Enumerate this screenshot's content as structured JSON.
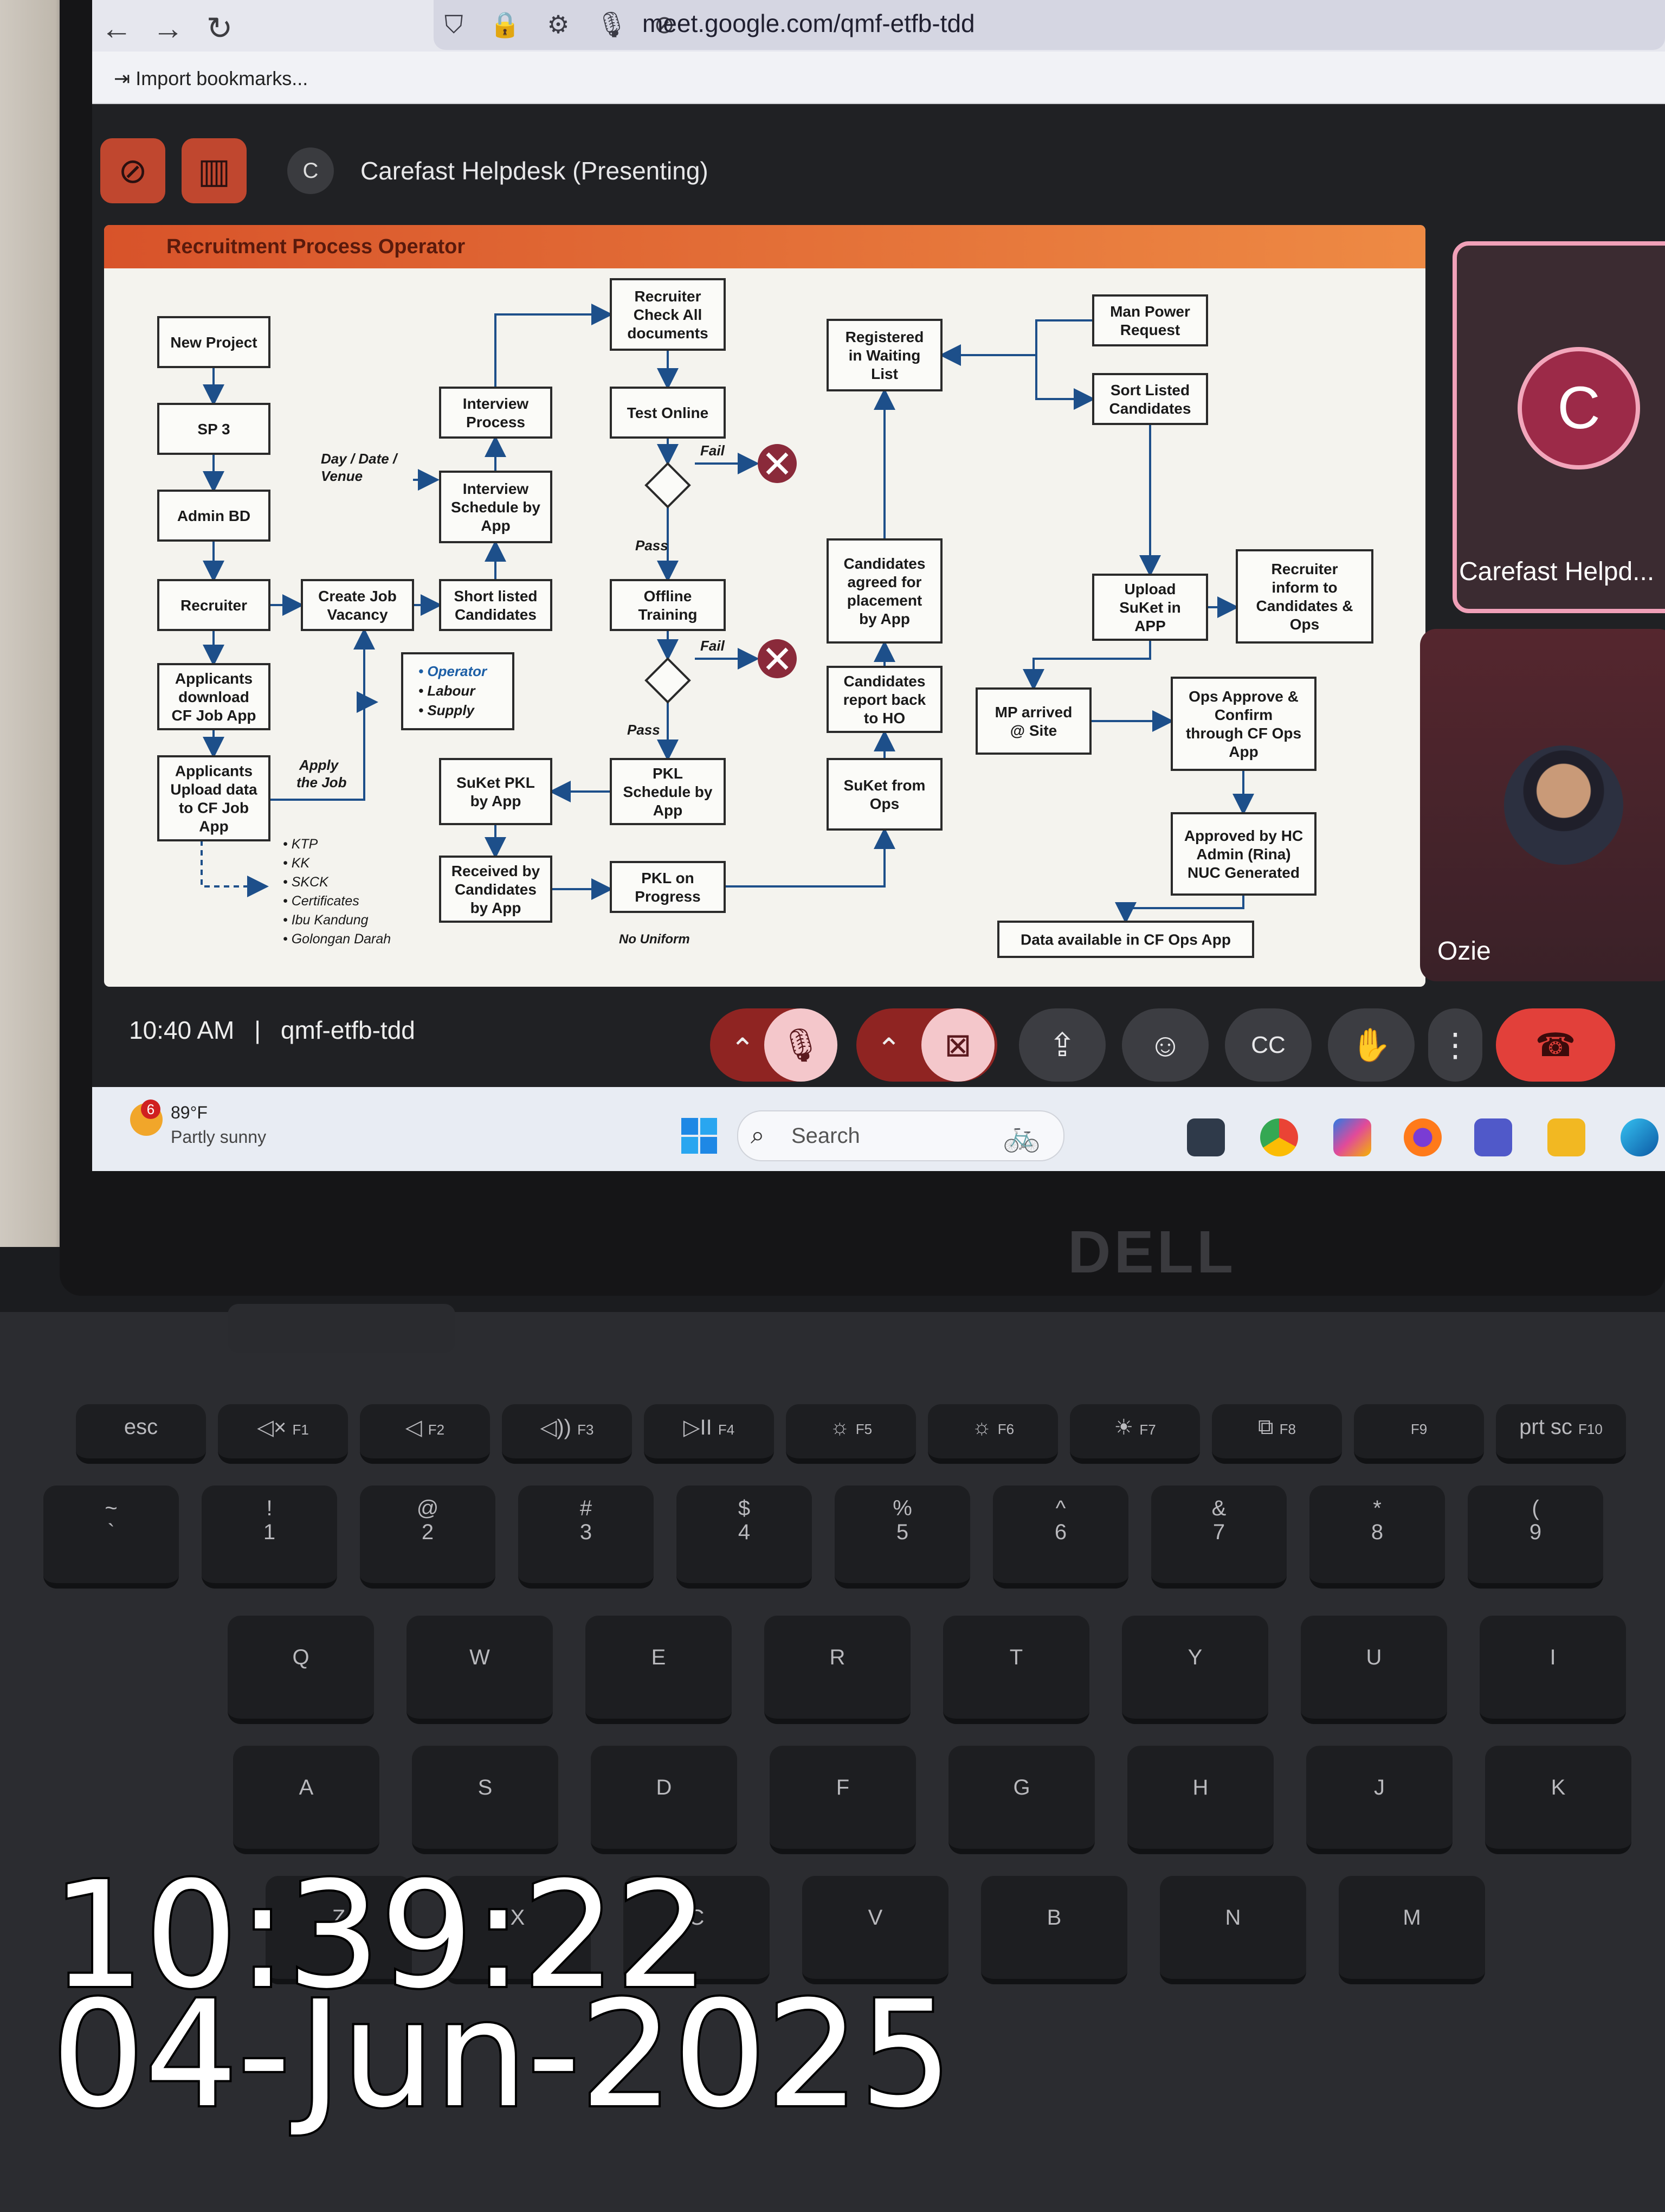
{
  "browser": {
    "back_icon": "←",
    "forward_icon": "→",
    "reload_icon": "↻",
    "url_icons": "⛉ 🔒 ⚙ 🎙 ⊘",
    "url": "meet.google.com/qmf-etfb-tdd",
    "bookmark_icon": "⇥",
    "bookmark_label": "Import bookmarks..."
  },
  "meet": {
    "presenter_initial": "C",
    "presenter_title": "Carefast Helpdesk (Presenting)",
    "time": "10:40 AM",
    "separator": "|",
    "meeting_code": "qmf-etfb-tdd",
    "participants": [
      {
        "initial": "C",
        "name": "Carefast Helpd..."
      },
      {
        "name": "Ozie"
      }
    ],
    "accent_color": "#c0472f",
    "end_call_color": "#e2403a"
  },
  "slide": {
    "title": "Recruitment Process Operator",
    "nodes": {
      "new_project": [
        "New Project"
      ],
      "sp3": [
        "SP 3"
      ],
      "admin_bd": [
        "Admin BD"
      ],
      "recruiter": [
        "Recruiter"
      ],
      "applicants_download": [
        "Applicants",
        "download",
        "CF Job App"
      ],
      "applicants_upload": [
        "Applicants",
        "Upload data",
        "to CF Job",
        "App"
      ],
      "create_job_vacancy": [
        "Create Job",
        "Vacancy"
      ],
      "interview_process": [
        "Interview",
        "Process"
      ],
      "interview_schedule": [
        "Interview",
        "Schedule by",
        "App"
      ],
      "short_listed": [
        "Short listed",
        "Candidates"
      ],
      "recruiter_check": [
        "Recruiter",
        "Check All",
        "documents"
      ],
      "test_online": [
        "Test Online"
      ],
      "offline_training": [
        "Offline",
        "Training"
      ],
      "pkl_schedule": [
        "PKL",
        "Schedule by",
        "App"
      ],
      "suket_pkl": [
        "SuKet PKL",
        "by App"
      ],
      "received_by_candidates": [
        "Received by",
        "Candidates",
        "by App"
      ],
      "pkl_on_progress": [
        "PKL on",
        "Progress"
      ],
      "registered_waiting": [
        "Registered",
        "in Waiting",
        "List"
      ],
      "candidates_agreed": [
        "Candidates",
        "agreed for",
        "placement",
        "by App"
      ],
      "candidates_report_back": [
        "Candidates",
        "report back",
        "to HO"
      ],
      "suket_from_ops": [
        "SuKet from",
        "Ops"
      ],
      "man_power_request": [
        "Man Power",
        "Request"
      ],
      "sort_listed": [
        "Sort Listed",
        "Candidates"
      ],
      "upload_suket": [
        "Upload",
        "SuKet in",
        "APP"
      ],
      "recruiter_inform": [
        "Recruiter",
        "inform to",
        "Candidates &",
        "Ops"
      ],
      "mp_arrived": [
        "MP arrived",
        "@ Site"
      ],
      "ops_approve": [
        "Ops Approve &",
        "Confirm",
        "through CF Ops",
        "App"
      ],
      "approved_by_hc": [
        "Approved by HC",
        "Admin (Rina)",
        "NUC Generated"
      ],
      "data_available": [
        "Data available in CF Ops App"
      ]
    },
    "labels": {
      "day_date_venue": [
        "Day / Date /",
        "Venue"
      ],
      "apply_the_job": [
        "Apply",
        "the Job"
      ],
      "fail": "Fail",
      "pass": "Pass",
      "no_uniform": "No Uniform"
    },
    "operator_list": [
      "Operator",
      "Labour",
      "Supply"
    ],
    "document_list": [
      "KTP",
      "KK",
      "SKCK",
      "Certificates",
      "Ibu Kandung",
      "Golongan Darah"
    ]
  },
  "controls": {
    "chevron_up": "⌃",
    "mic_off_icon": "🎙",
    "cam_off_icon": "⊠",
    "present_icon": "⇪",
    "emoji_icon": "☺",
    "captions_icon": "CC",
    "hand_icon": "✋",
    "more_icon": "⋮",
    "end_call_icon": "☎"
  },
  "taskbar": {
    "weather_badge": "6",
    "weather_temp": "89°F",
    "weather_desc": "Partly sunny",
    "search_icon": "⌕",
    "search_placeholder": "Search"
  },
  "laptop": {
    "brand": "DELL",
    "fn_keys": [
      {
        "glyph": "esc",
        "sub": ""
      },
      {
        "glyph": "◁×",
        "sub": "F1"
      },
      {
        "glyph": "◁",
        "sub": "F2"
      },
      {
        "glyph": "◁))",
        "sub": "F3"
      },
      {
        "glyph": "▷II",
        "sub": "F4"
      },
      {
        "glyph": "☼",
        "sub": "F5"
      },
      {
        "glyph": "☼",
        "sub": "F6"
      },
      {
        "glyph": "☀",
        "sub": "F7"
      },
      {
        "glyph": "⧉",
        "sub": "F8"
      },
      {
        "glyph": "",
        "sub": "F9"
      },
      {
        "glyph": "prt sc",
        "sub": "F10"
      }
    ],
    "num_keys": [
      {
        "shift": "~",
        "main": "`"
      },
      {
        "shift": "!",
        "main": "1"
      },
      {
        "shift": "@",
        "main": "2"
      },
      {
        "shift": "#",
        "main": "3"
      },
      {
        "shift": "$",
        "main": "4"
      },
      {
        "shift": "%",
        "main": "5"
      },
      {
        "shift": "^",
        "main": "6"
      },
      {
        "shift": "&",
        "main": "7"
      },
      {
        "shift": "*",
        "main": "8"
      },
      {
        "shift": "(",
        "main": "9"
      }
    ],
    "row_q": [
      "Q",
      "W",
      "E",
      "R",
      "T",
      "Y",
      "U",
      "I"
    ],
    "row_a": [
      "A",
      "S",
      "D",
      "F",
      "G",
      "H",
      "J",
      "K"
    ],
    "row_z": [
      "Z",
      "X",
      "C",
      "V",
      "B",
      "N",
      "M"
    ]
  },
  "timestamp": {
    "time": "10:39:22",
    "date": "04-Jun-2025"
  }
}
